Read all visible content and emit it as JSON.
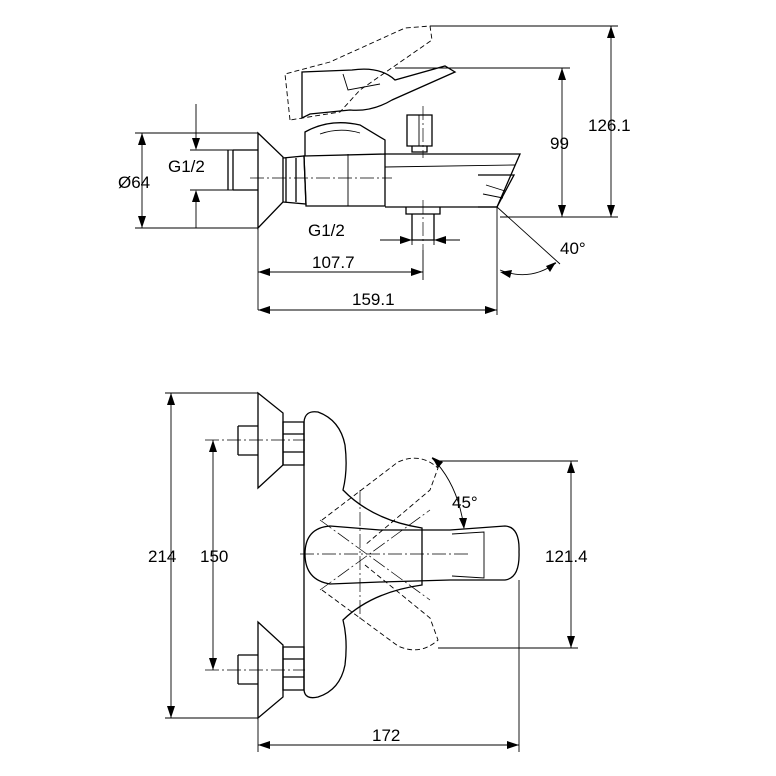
{
  "side_view": {
    "thread_inlet": "G1/2",
    "diameter_flange": "Ø64",
    "thread_outlet": "G1/2",
    "height_spout": "99",
    "height_total": "126.1",
    "length_to_outlet": "107.7",
    "length_total": "159.1",
    "spout_angle": "40°"
  },
  "top_view": {
    "height_total": "214",
    "inlet_spacing": "150",
    "lever_reach": "121.4",
    "width_total": "172",
    "lever_angle": "45°"
  }
}
